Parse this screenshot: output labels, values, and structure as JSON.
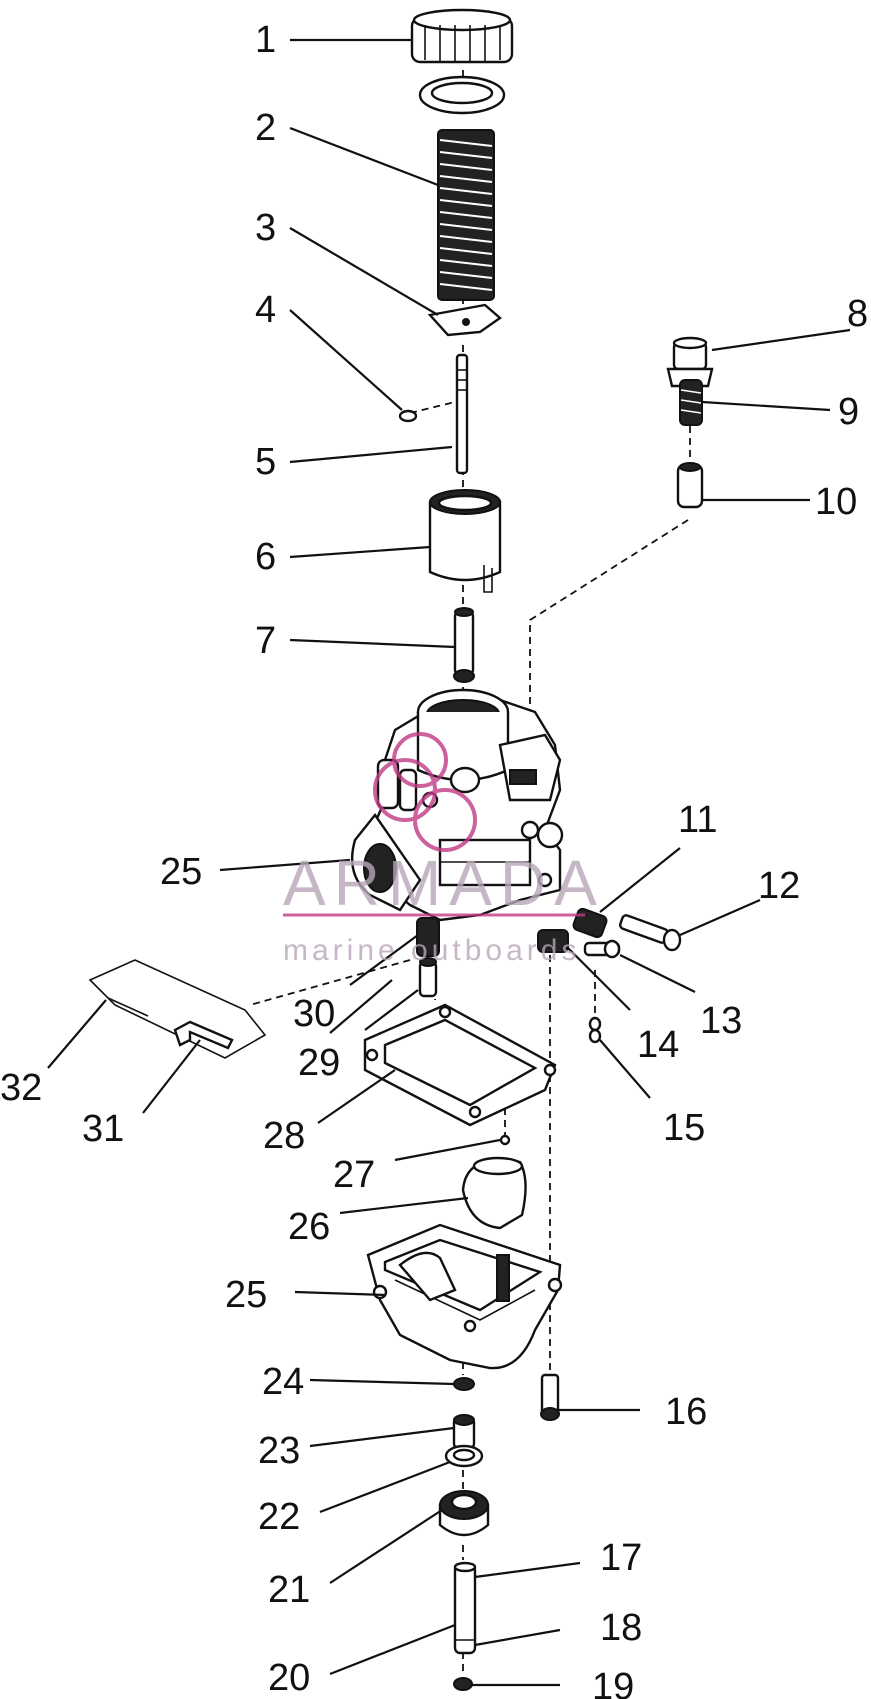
{
  "watermark": {
    "brand": "ARMADA",
    "tagline": "marine outboards",
    "color": "#c03a86"
  },
  "callouts": {
    "c1": "1",
    "c2": "2",
    "c3": "3",
    "c4": "4",
    "c5": "5",
    "c6": "6",
    "c7": "7",
    "c8": "8",
    "c9": "9",
    "c10": "10",
    "c11": "11",
    "c12": "12",
    "c13": "13",
    "c14": "14",
    "c15": "15",
    "c16": "16",
    "c17": "17",
    "c18": "18",
    "c19": "19",
    "c20": "20",
    "c21": "21",
    "c22": "22",
    "c23": "23",
    "c24": "24",
    "c25a": "25",
    "c25b": "25",
    "c26": "26",
    "c27": "27",
    "c28": "28",
    "c29": "29",
    "c30": "30",
    "c31": "31",
    "c32": "32"
  }
}
